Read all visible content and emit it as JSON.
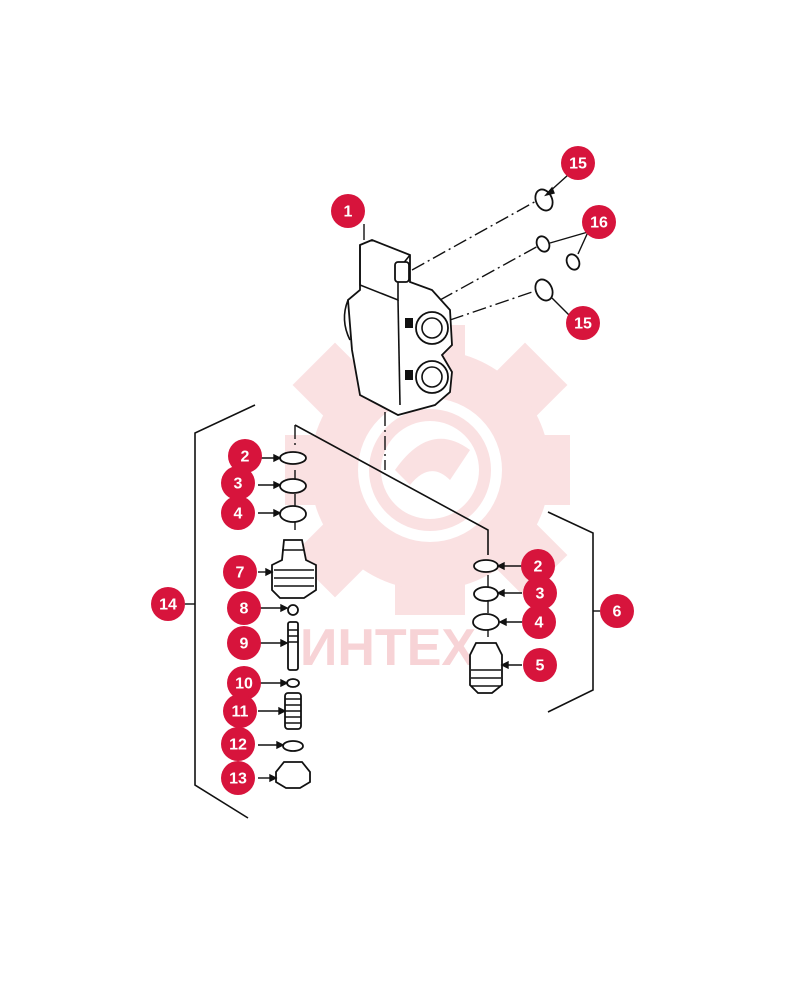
{
  "watermark": {
    "text": "ИНТЕХ",
    "color": "#f6c9cc"
  },
  "callout_color": "#d7143c",
  "callouts": [
    {
      "id": "c1",
      "label": "1"
    },
    {
      "id": "c15a",
      "label": "15"
    },
    {
      "id": "c16",
      "label": "16"
    },
    {
      "id": "c15b",
      "label": "15"
    },
    {
      "id": "c2a",
      "label": "2"
    },
    {
      "id": "c3a",
      "label": "3"
    },
    {
      "id": "c4a",
      "label": "4"
    },
    {
      "id": "c7",
      "label": "7"
    },
    {
      "id": "c14",
      "label": "14"
    },
    {
      "id": "c8",
      "label": "8"
    },
    {
      "id": "c9",
      "label": "9"
    },
    {
      "id": "c10",
      "label": "10"
    },
    {
      "id": "c11",
      "label": "11"
    },
    {
      "id": "c12",
      "label": "12"
    },
    {
      "id": "c13",
      "label": "13"
    },
    {
      "id": "c2b",
      "label": "2"
    },
    {
      "id": "c3b",
      "label": "3"
    },
    {
      "id": "c4b",
      "label": "4"
    },
    {
      "id": "c5",
      "label": "5"
    },
    {
      "id": "c6",
      "label": "6"
    }
  ]
}
